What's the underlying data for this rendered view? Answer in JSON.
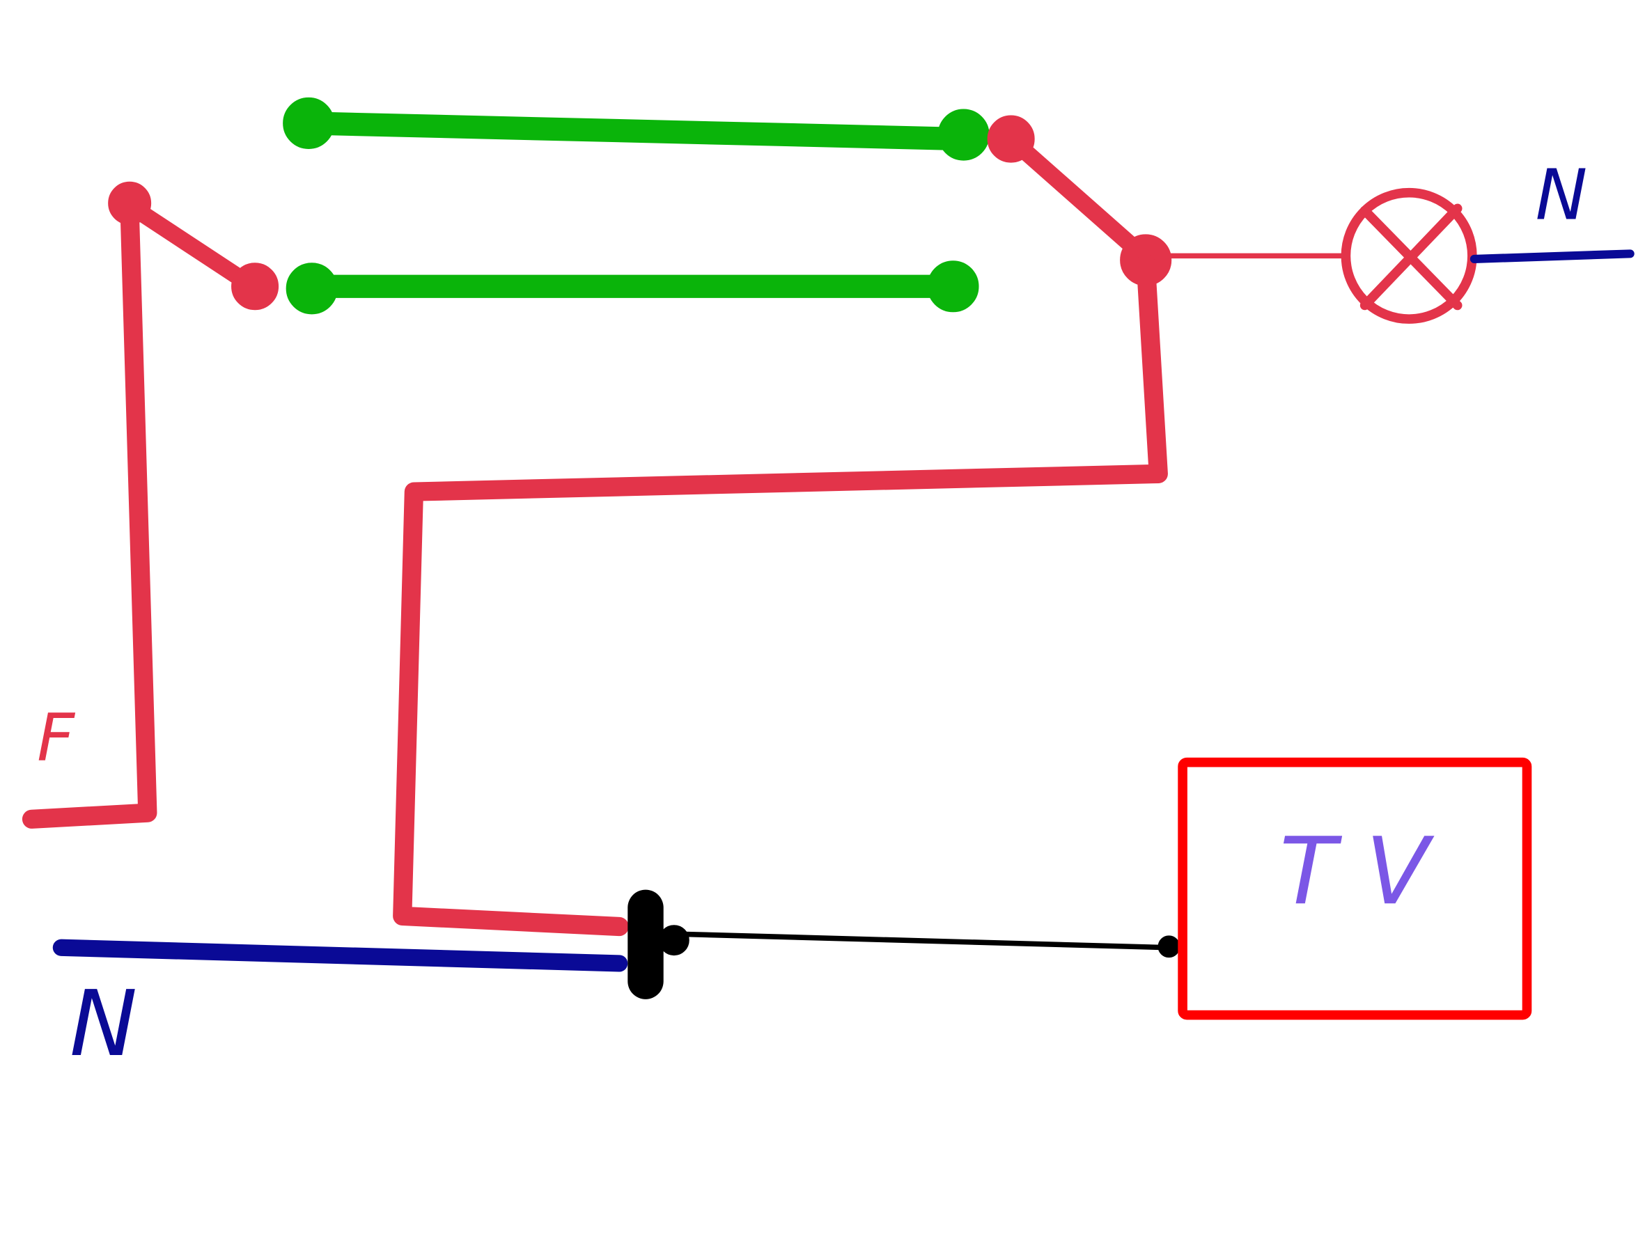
{
  "labels": {
    "phase": "F",
    "neutral_left": "N",
    "neutral_right": "N",
    "device": "T V"
  },
  "colors": {
    "phase_wire": "#e3344a",
    "traveler_wire": "#0ab40a",
    "neutral_wire": "#0a0a96",
    "plug": "#000000",
    "tv_box": "#ff0000",
    "tv_text": "#7b57e6"
  }
}
